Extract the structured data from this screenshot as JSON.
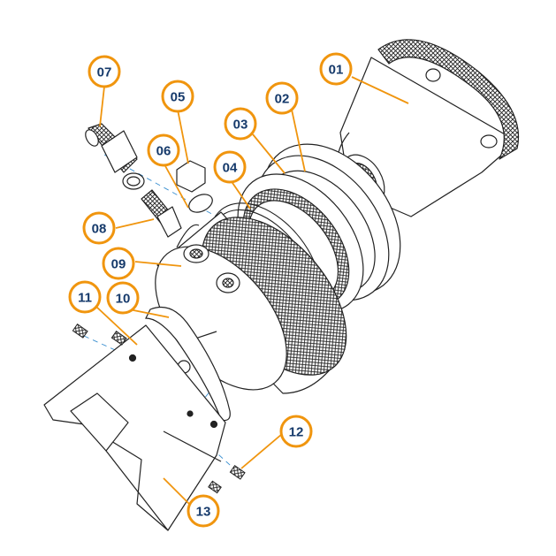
{
  "diagram": {
    "kind": "exploded-assembly",
    "accent_color": "#f0950e",
    "label_color": "#163a6b",
    "line_color": "#222222",
    "axis_color": "#3a8fd0",
    "callouts": [
      "01",
      "02",
      "03",
      "04",
      "05",
      "06",
      "07",
      "08",
      "09",
      "10",
      "11",
      "12",
      "13"
    ]
  }
}
